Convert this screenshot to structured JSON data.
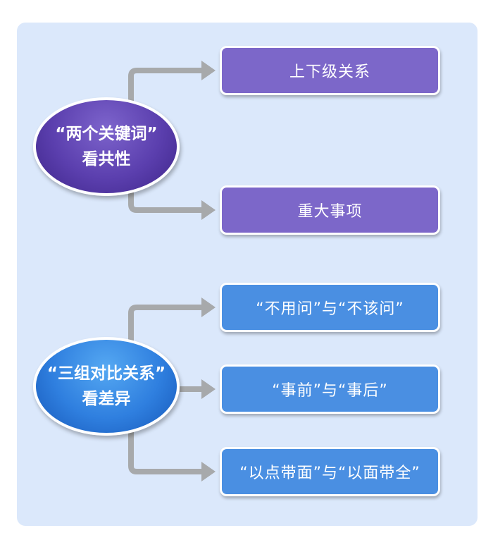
{
  "groups": [
    {
      "label_line1": "“两个关键词”",
      "label_line2": "看共性",
      "items": [
        "上下级关系",
        "重大事项"
      ]
    },
    {
      "label_line1": "“三组对比关系”",
      "label_line2": "看差异",
      "items": [
        "“不用问”与“不该问”",
        "“事前”与“事后”",
        "“以点带面”与“以面带全”"
      ]
    }
  ],
  "colors": {
    "background_panel": "#dbe8fb",
    "purple": "#7c67c9",
    "blue": "#4a8fe2",
    "connector": "#a7a9ab"
  }
}
